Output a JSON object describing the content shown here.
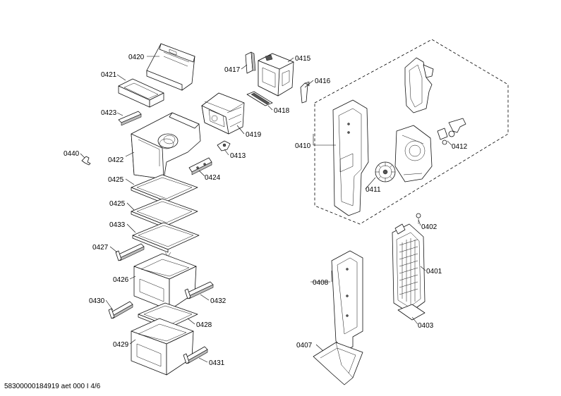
{
  "labels": {
    "p0420": "0420",
    "p0421": "0421",
    "p0423": "0423",
    "p0440": "0440",
    "p0422": "0422",
    "p0425a": "0425",
    "p0425b": "0425",
    "p0433": "0433",
    "p0427": "0427",
    "p0426": "0426",
    "p0430": "0430",
    "p0429": "0429",
    "p0432": "0432",
    "p0428": "0428",
    "p0431": "0431",
    "p0417": "0417",
    "p0415": "0415",
    "p0416": "0416",
    "p0418": "0418",
    "p0419": "0419",
    "p0413": "0413",
    "p0424": "0424",
    "p0410": "0410",
    "p0411": "0411",
    "p0412": "0412",
    "p0402": "0402",
    "p0401": "0401",
    "p0408": "0408",
    "p0403": "0403",
    "p0407": "0407"
  },
  "footer": "58300000184919 aet 000 I 4/6"
}
